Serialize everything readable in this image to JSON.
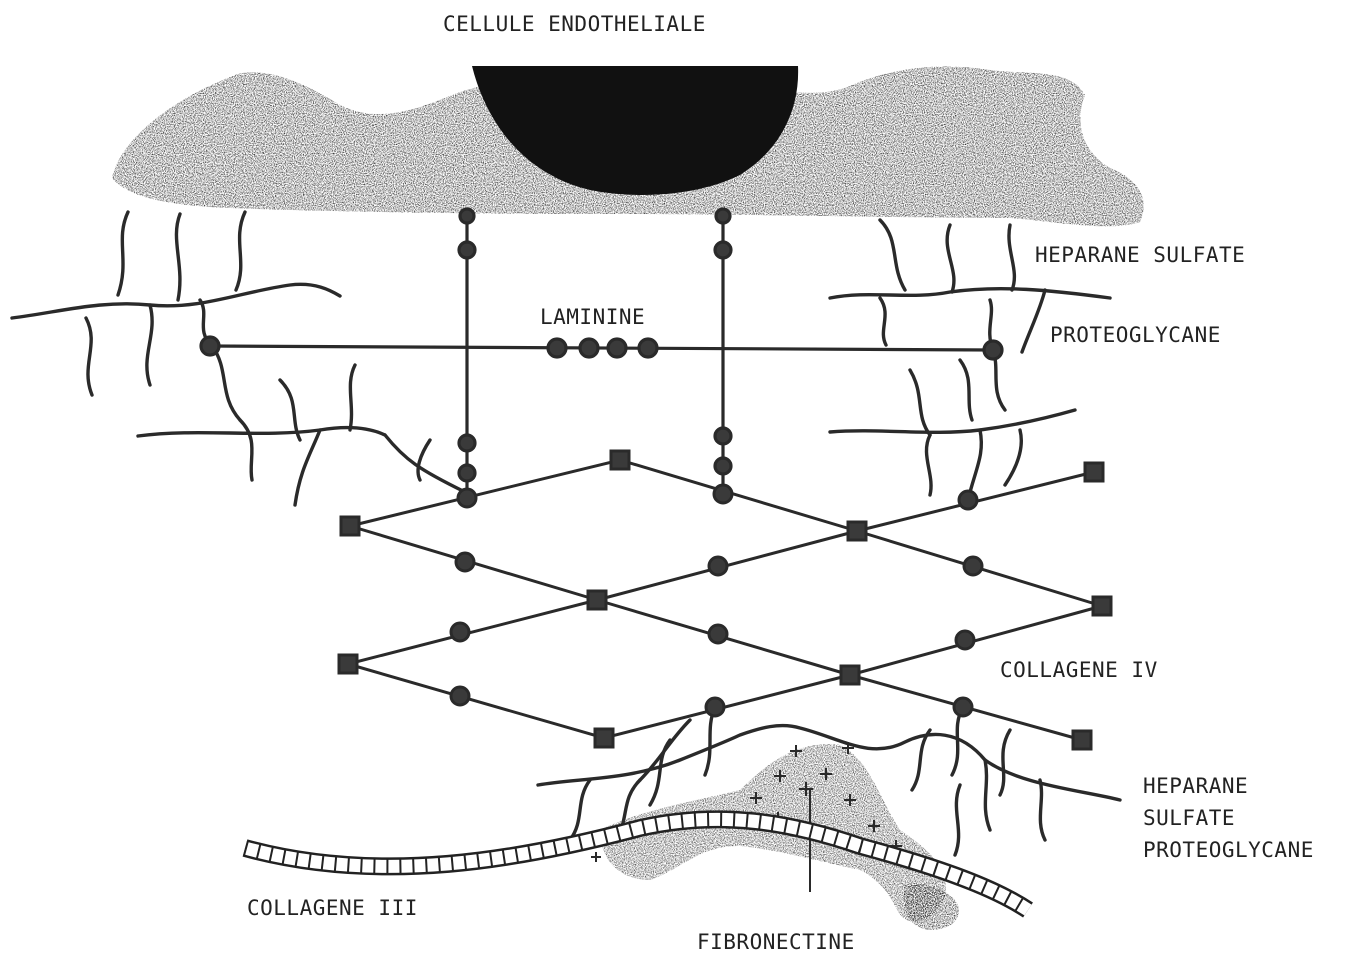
{
  "labels": {
    "endothelial_cell": "CELLULE ENDOTHELIALE",
    "heparan_sulfate_top": "HEPARANE SULFATE",
    "proteoglycan_top": "PROTEOGLYCANE",
    "laminin": "LAMININE",
    "collagen_iv": "COLLAGENE IV",
    "heparan_bottom_line1": "HEPARANE",
    "heparan_bottom_line2": "SULFATE",
    "heparan_bottom_line3": "PROTEOGLYCANE",
    "collagen_iii": "COLLAGENE III",
    "fibronectin": "FIBRONECTINE"
  },
  "colors": {
    "ink": "#2a2a2a",
    "background": "#ffffff"
  }
}
